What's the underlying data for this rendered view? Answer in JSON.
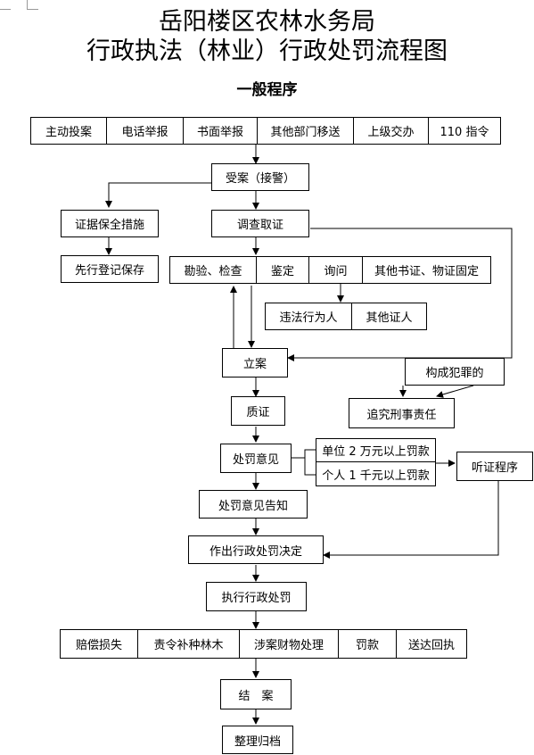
{
  "header": {
    "title_line1": "岳阳楼区农林水务局",
    "title_line2": "行政执法（林业）行政处罚流程图",
    "subtitle": "一般程序"
  },
  "sources": [
    "主动投案",
    "电话举报",
    "书面举报",
    "其他部门移送",
    "上级交办",
    "110 指令"
  ],
  "nodes": {
    "accept": "受案（接警）",
    "preserve": "证据保全措施",
    "register": "先行登记保存",
    "investigate": "调查取证",
    "file_case": "立案",
    "crime": "构成犯罪的",
    "criminal": "追究刑事责任",
    "cross_exam": "质证",
    "opinion": "处罚意见",
    "hearing": "听证程序",
    "notify": "处罚意见告知",
    "decision": "作出行政处罚决定",
    "execute": "执行行政处罚",
    "close": "结　案",
    "archive": "整理归档"
  },
  "investigation_methods": [
    "勘验、检查",
    "鉴定",
    "询问",
    "其他书证、物证固定"
  ],
  "inquiry_targets": [
    "违法行为人",
    "其他证人"
  ],
  "hearing_conditions": [
    "单位 2 万元以上罚款",
    "个人 1 千元以上罚款"
  ],
  "execution_types": [
    "赔偿损失",
    "责令补种林木",
    "涉案财物处理",
    "罚款",
    "送达回执"
  ]
}
